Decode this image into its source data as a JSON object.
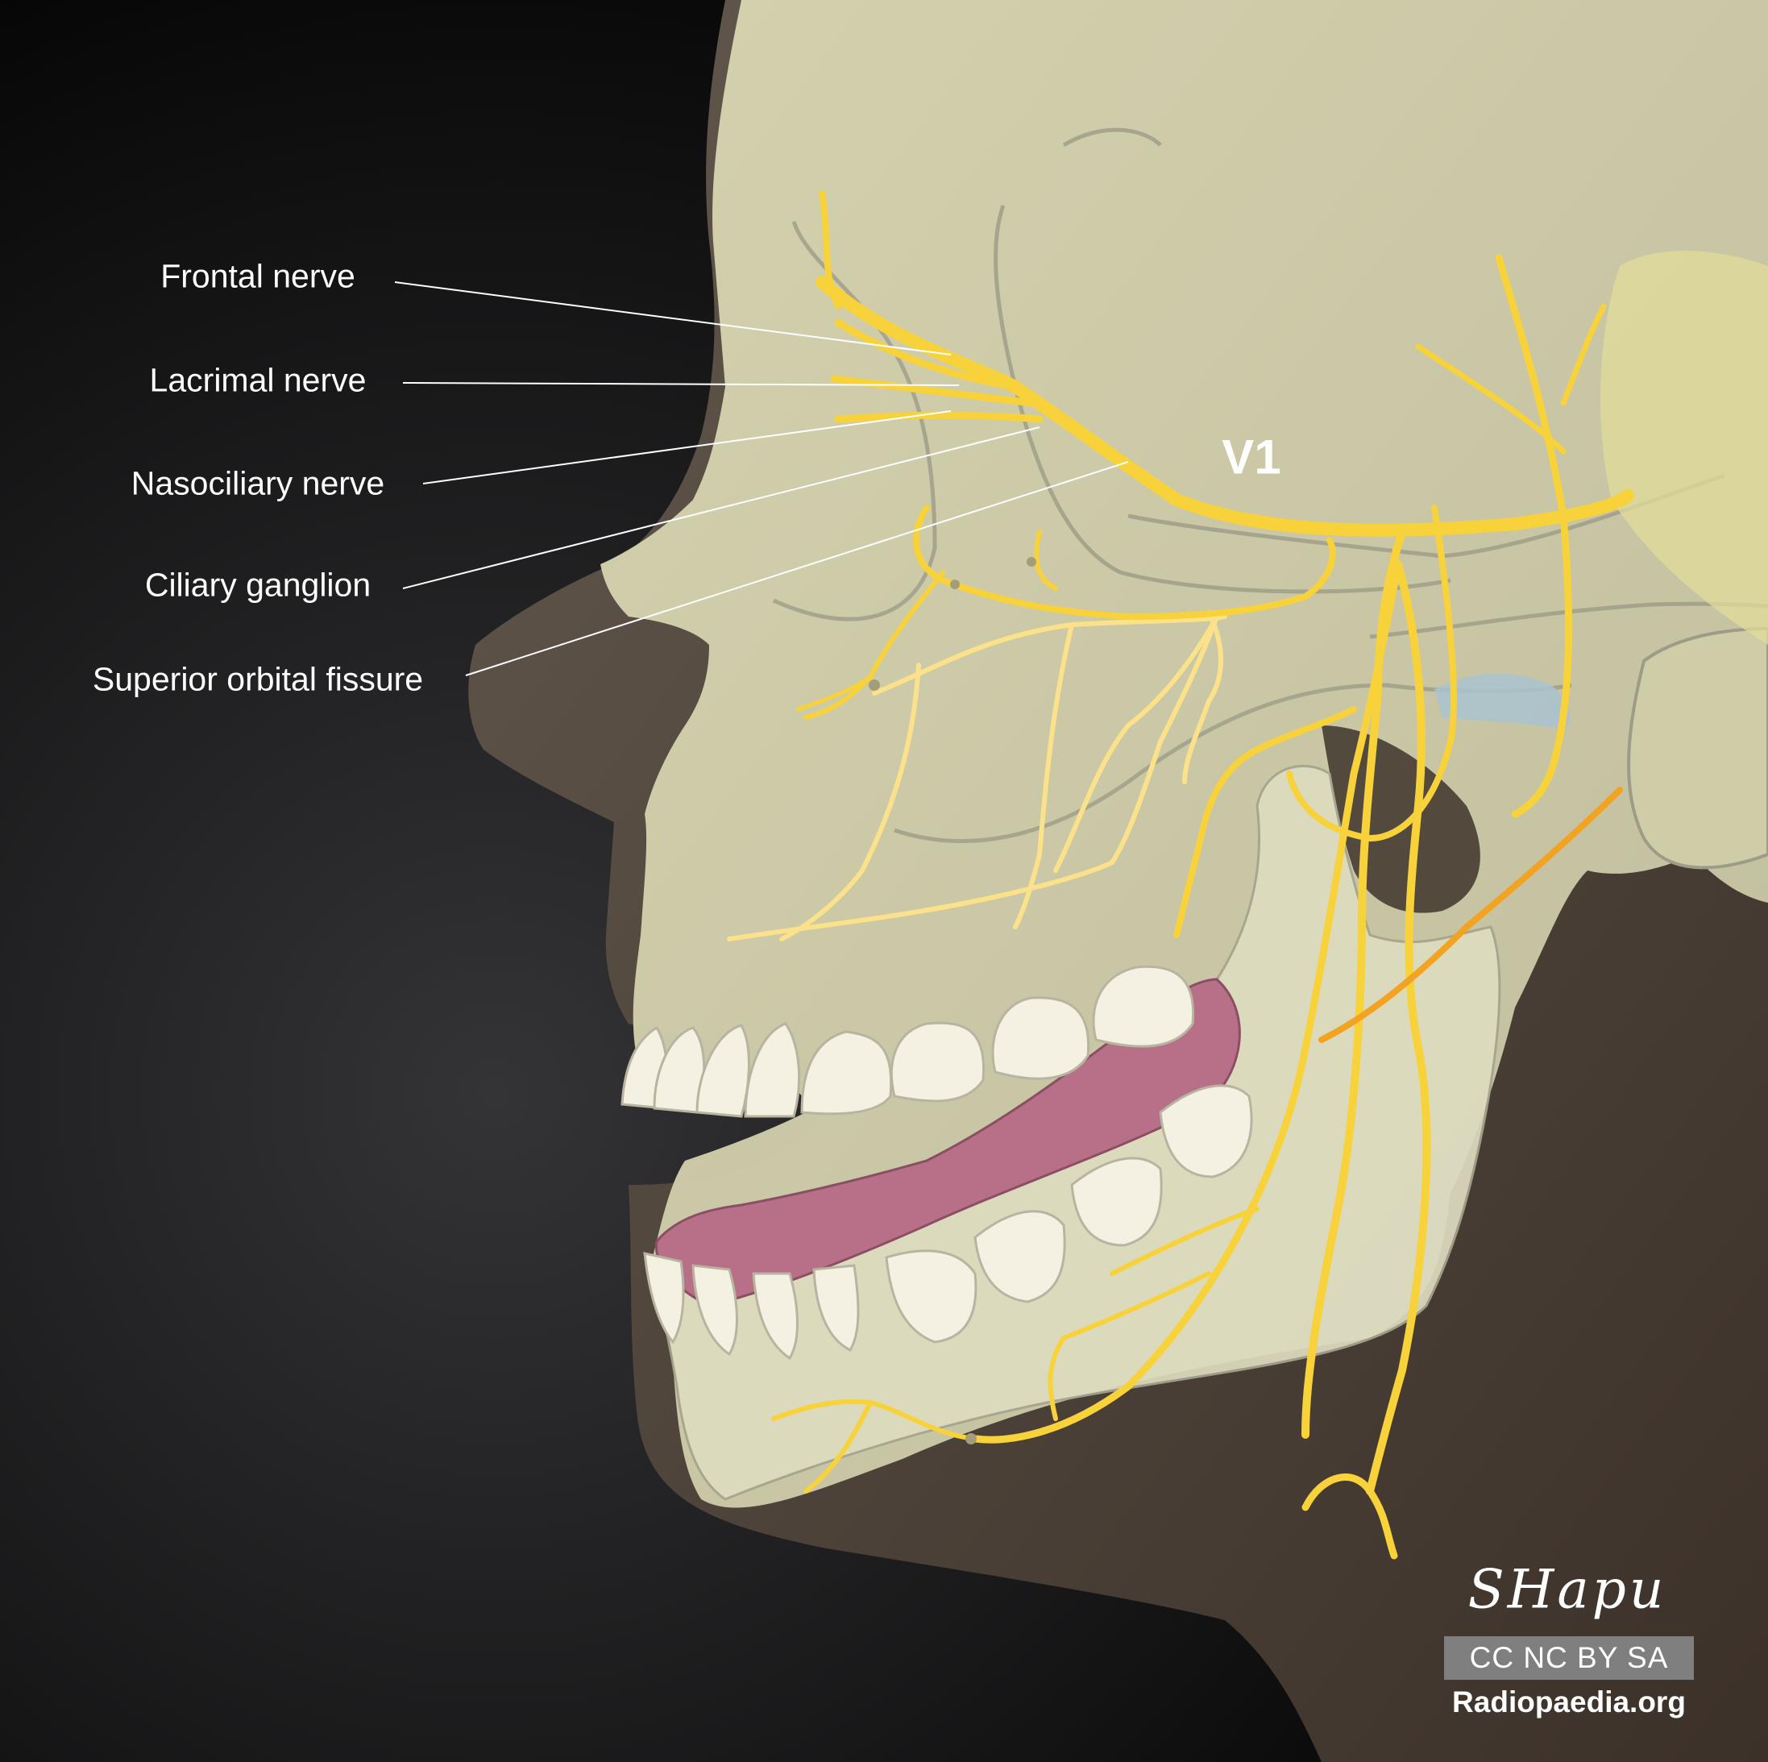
{
  "labels": [
    {
      "id": "frontal",
      "text": "Frontal nerve"
    },
    {
      "id": "lacrimal",
      "text": "Lacrimal nerve"
    },
    {
      "id": "nasociliary",
      "text": "Nasociliary nerve"
    },
    {
      "id": "ciliary",
      "text": "Ciliary ganglion"
    },
    {
      "id": "sof",
      "text": "Superior orbital fissure"
    }
  ],
  "division_label": "V1",
  "signature": "SHapu",
  "license": "CC NC BY SA",
  "site": "Radiopaedia.org",
  "colors": {
    "background": "#0b0b0b",
    "head_silhouette": "#584f46",
    "skull": "#d7d5b0",
    "nerve": "#f8d23a",
    "nerve_light": "#fbe28a",
    "gums": "#b87088",
    "teeth": "#f4f1e2",
    "leader_line": "#ffffff"
  }
}
